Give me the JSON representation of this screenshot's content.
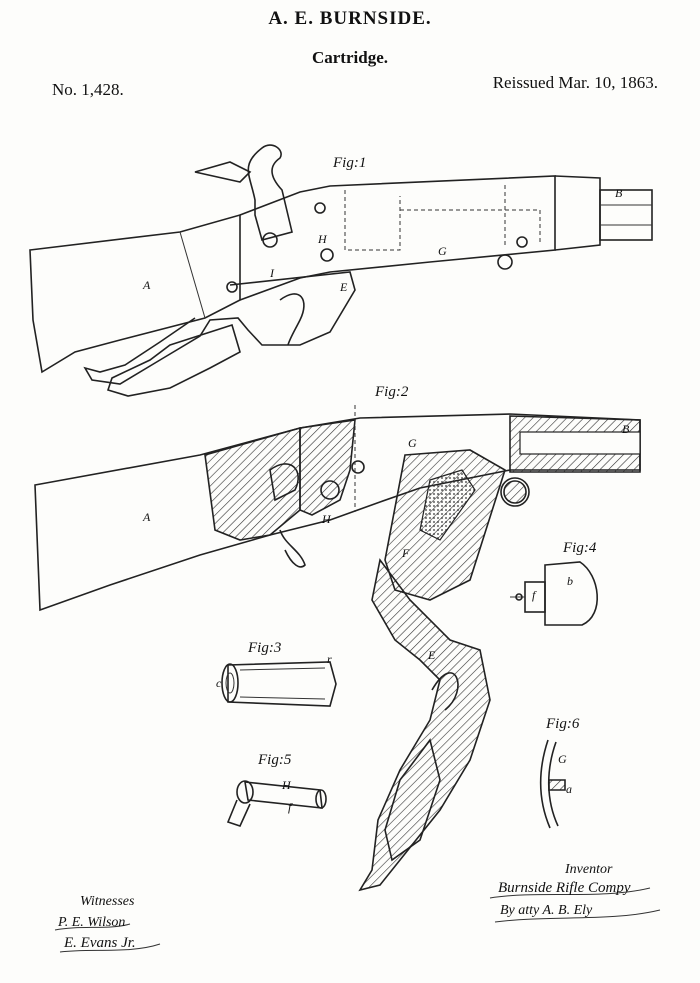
{
  "header": {
    "title": "A. E. BURNSIDE.",
    "subtitle": "Cartridge.",
    "patent_number": "No. 1,428.",
    "reissued": "Reissued Mar. 10, 1863."
  },
  "figures": {
    "fig1": "Fig:1",
    "fig2": "Fig:2",
    "fig3": "Fig:3",
    "fig4": "Fig:4",
    "fig5": "Fig:5",
    "fig6": "Fig:6"
  },
  "part_letters": {
    "fig1_A": "A",
    "fig1_G": "G",
    "fig1_B": "B",
    "fig1_E": "E",
    "fig1_I": "I",
    "fig1_H": "H",
    "fig2_A": "A",
    "fig2_G": "G",
    "fig2_B": "B",
    "fig2_H": "H",
    "fig2_E": "E",
    "fig2_F": "F",
    "fig3_c": "c",
    "fig3_r": "r",
    "fig4_b": "b",
    "fig4_f": "f",
    "fig5_H": "H",
    "fig5_f": "f",
    "fig6_G": "G",
    "fig6_a": "a"
  },
  "footer": {
    "witnesses_label": "Witnesses",
    "witness_1": "P. E. Wilson",
    "witness_2": "E. Evans Jr.",
    "inventor_label": "Inventor",
    "inventor_1": "Burnside Rifle Compy",
    "inventor_2": "By atty A. B. Ely"
  }
}
